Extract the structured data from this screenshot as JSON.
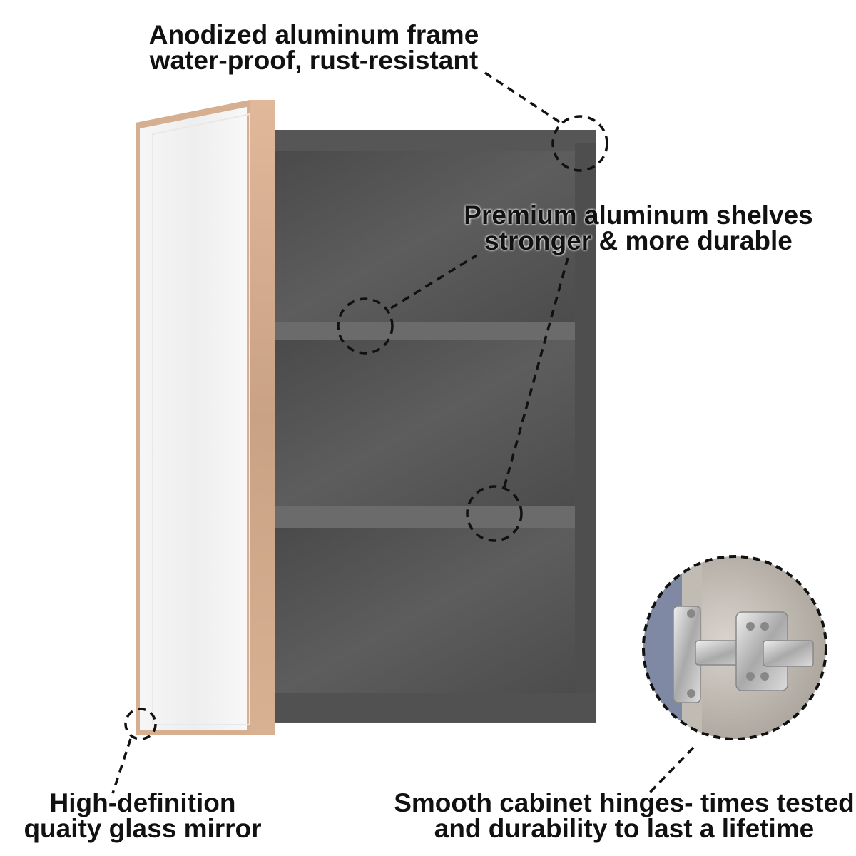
{
  "callouts": {
    "frame": {
      "line1": "Anodized aluminum frame",
      "line2": "water-proof, rust-resistant"
    },
    "shelves": {
      "line1": "Premium aluminum shelves",
      "line2": "stronger & more durable"
    },
    "mirror": {
      "line1": "High-definition",
      "line2": "quaity glass mirror"
    },
    "hinge": {
      "line1": "Smooth cabinet hinges- times tested",
      "line2": "and durability to last a lifetime"
    }
  },
  "colors": {
    "cabinet_body": "#5a5a5a",
    "frame_rose_gold": "#d3a98a",
    "mirror_glass": "#f4f4f4",
    "hinge_metal": "#c9c9c9"
  }
}
